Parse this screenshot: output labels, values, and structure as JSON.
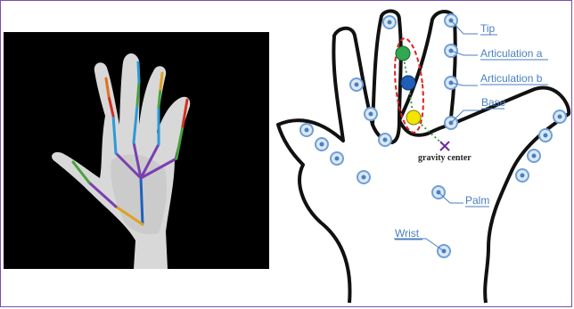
{
  "labels": {
    "tip": "Tip",
    "articulation_a": "Articulation a",
    "articulation_b": "Articulation b",
    "base": "Base",
    "palm": "Palm",
    "wrist": "Wrist",
    "gravity_center": "gravity center"
  },
  "colors": {
    "frame": "#7a4fb0",
    "label": "#4a7fc0",
    "joint_fill": "#dbe8f6",
    "joint_ring": "#6f9fd6",
    "marker_green": "#2fa84f",
    "marker_blue": "#1f5fb8",
    "marker_yellow": "#f2e600",
    "highlight_dash": "#e02020",
    "trace_dots": "#3a9a4a",
    "gravity_cross": "#6b2fa0"
  },
  "icons": {
    "joint": "circle-marker",
    "gravity_center": "cross-marker"
  }
}
